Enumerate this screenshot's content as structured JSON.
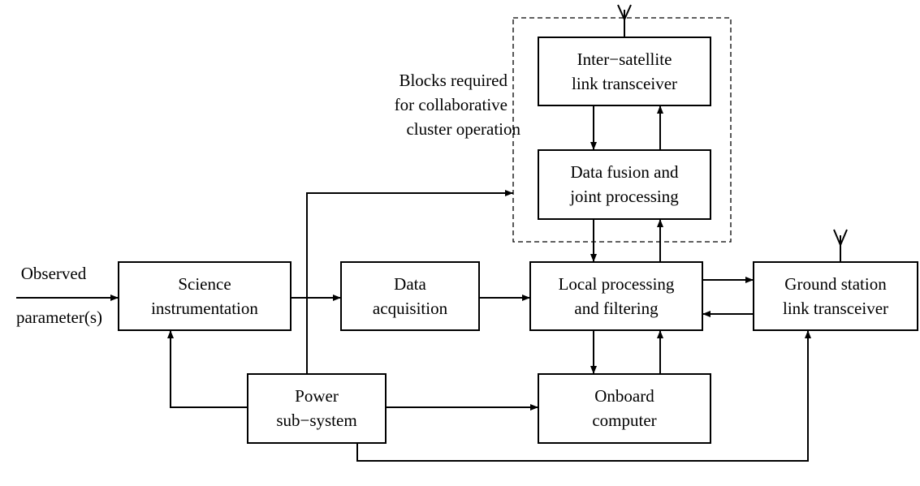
{
  "blocks": {
    "inter_satellite": [
      "Inter−satellite",
      "link transceiver"
    ],
    "data_fusion": [
      "Data fusion and",
      "joint processing"
    ],
    "science": [
      "Science",
      "instrumentation"
    ],
    "data_acquisition": [
      "Data",
      "acquisition"
    ],
    "local_processing": [
      "Local processing",
      "and filtering"
    ],
    "ground_station": [
      "Ground station",
      "link transceiver"
    ],
    "power": [
      "Power",
      "sub−system"
    ],
    "onboard": [
      "Onboard",
      "computer"
    ]
  },
  "annotations": {
    "collaborative": [
      "Blocks required",
      "for collaborative",
      "cluster operation"
    ],
    "input": [
      "Observed",
      "parameter(s)"
    ]
  }
}
